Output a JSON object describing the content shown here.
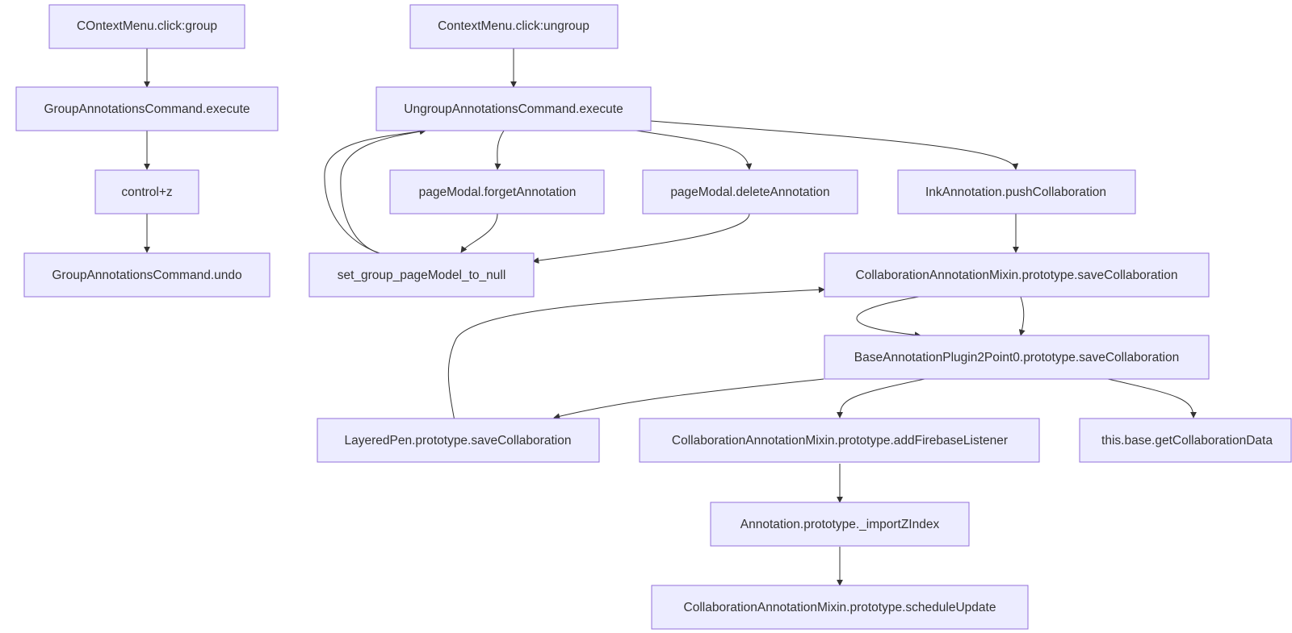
{
  "nodes": {
    "ctx_group": "COntextMenu.click:group",
    "ctx_ungroup": "ContextMenu.click:ungroup",
    "group_exec": "GroupAnnotationsCommand.execute",
    "ungroup_exec": "UngroupAnnotationsCommand.execute",
    "ctrl_z": "control+z",
    "forget_ann": "pageModal.forgetAnnotation",
    "delete_ann": "pageModal.deleteAnnotation",
    "ink_push": "InkAnnotation.pushCollaboration",
    "group_undo": "GroupAnnotationsCommand.undo",
    "set_null": "set_group_pageModel_to_null",
    "cam_save": "CollaborationAnnotationMixin.prototype.saveCollaboration",
    "base_save": "BaseAnnotationPlugin2Point0.prototype.saveCollaboration",
    "layered_save": "LayeredPen.prototype.saveCollaboration",
    "cam_firebase": "CollaborationAnnotationMixin.prototype.addFirebaseListener",
    "get_collab": "this.base.getCollaborationData",
    "import_z": "Annotation.prototype._importZIndex",
    "schedule": "CollaborationAnnotationMixin.prototype.scheduleUpdate"
  }
}
